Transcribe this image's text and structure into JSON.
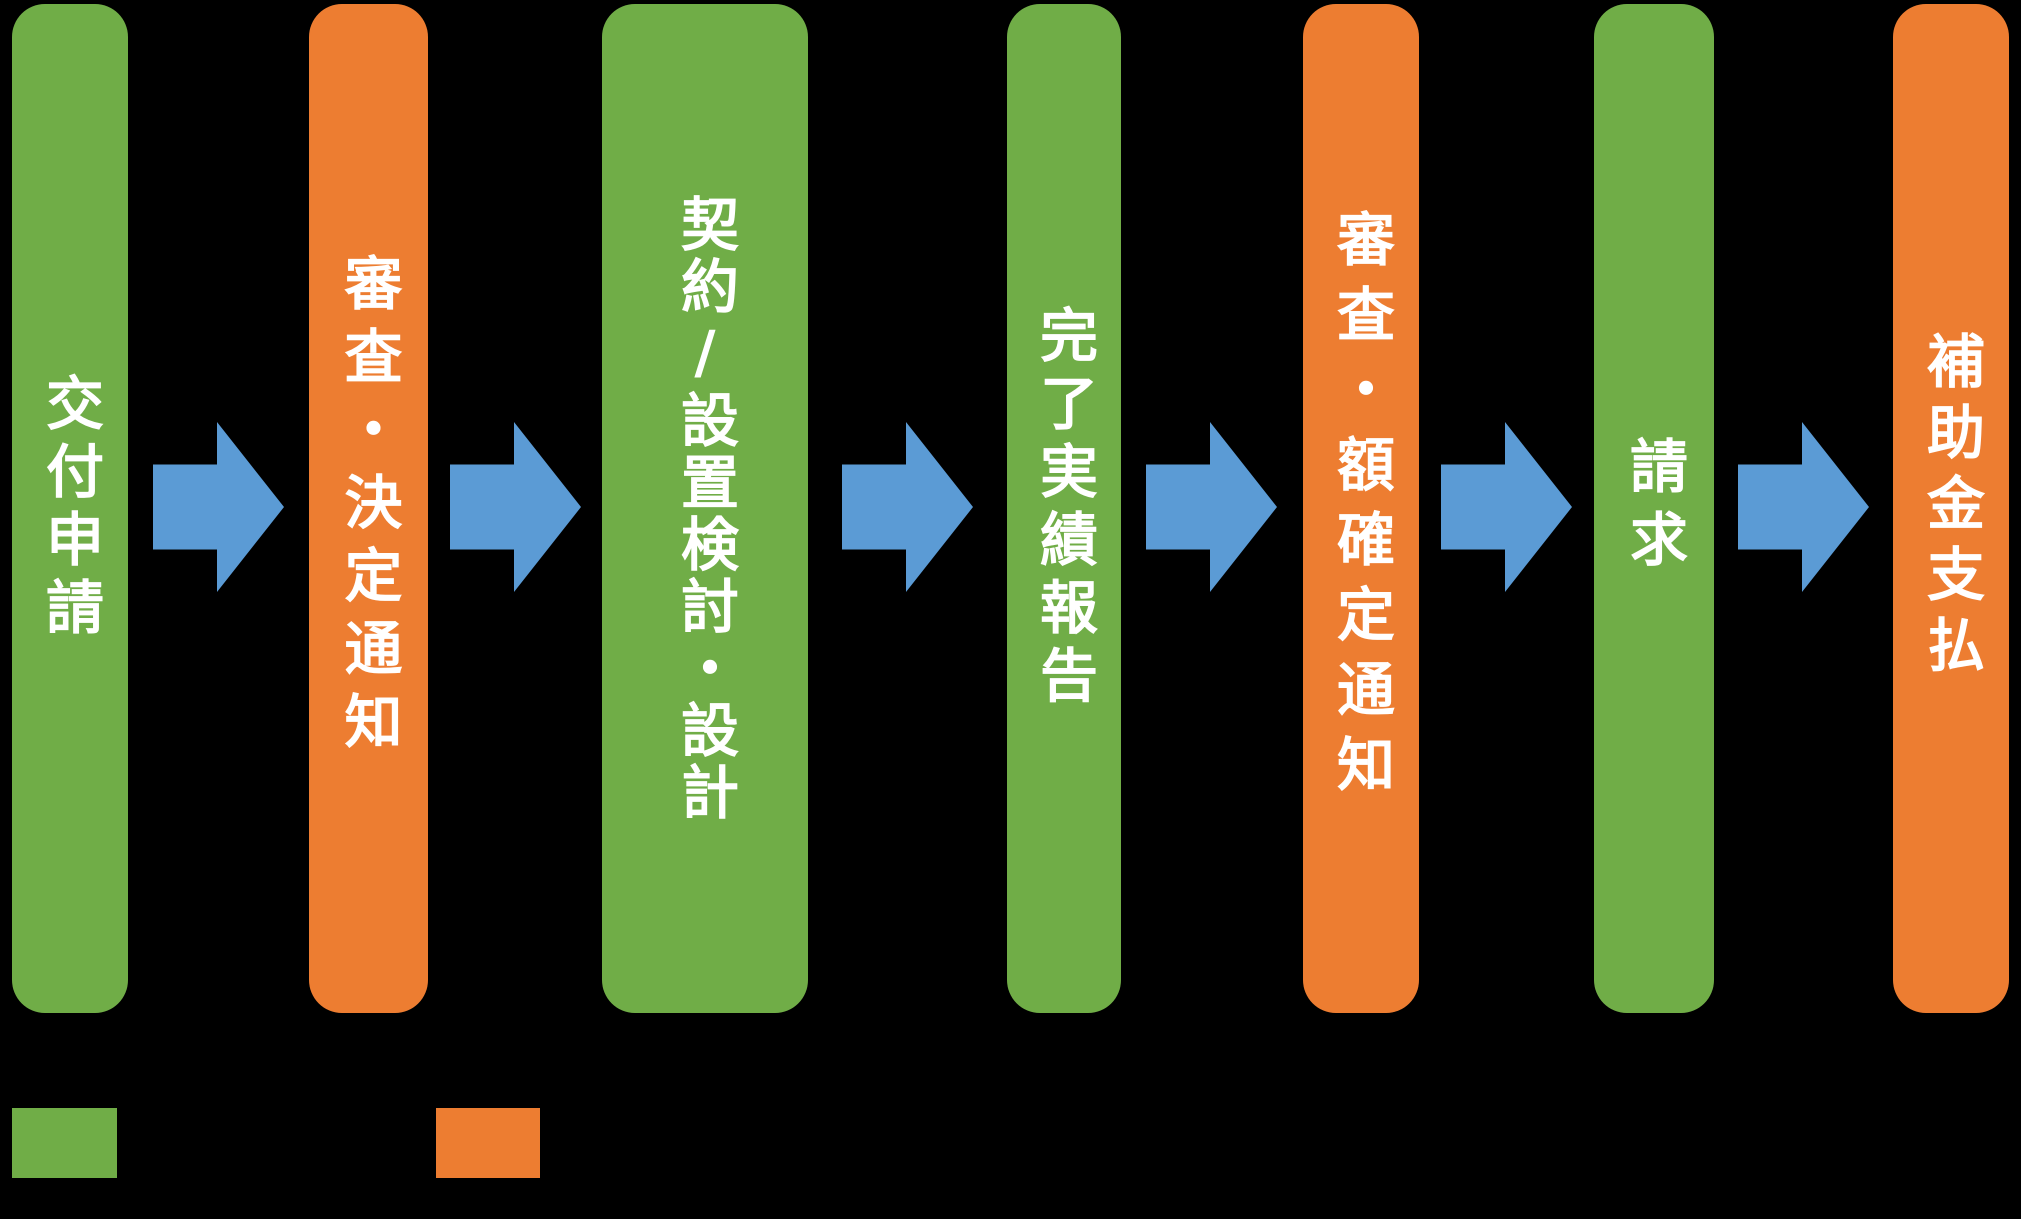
{
  "colors": {
    "green": "#70AD47",
    "orange": "#ED7D31",
    "blue": "#5B9BD5",
    "text": "#FFFFFF",
    "background": "#000000"
  },
  "flow": {
    "steps": [
      {
        "label": "交付申請",
        "color": "green"
      },
      {
        "label": "審査・決定通知",
        "color": "orange"
      },
      {
        "label": "契約/設置検討・設計",
        "color": "green"
      },
      {
        "label": "完了実績報告",
        "color": "green"
      },
      {
        "label": "審査・額確定通知",
        "color": "orange"
      },
      {
        "label": "請求",
        "color": "green"
      },
      {
        "label": "補助金支払",
        "color": "orange"
      }
    ],
    "arrow_icon": "right-arrow"
  },
  "legend": {
    "items": [
      {
        "swatch_color": "green"
      },
      {
        "swatch_color": "orange"
      }
    ]
  }
}
